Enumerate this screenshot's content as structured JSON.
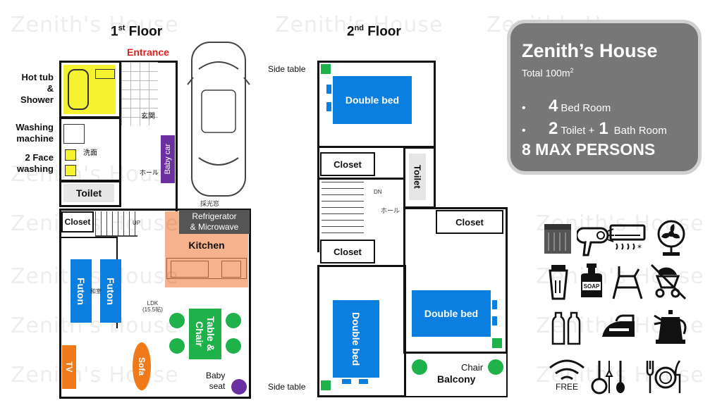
{
  "watermark": "Zenith's House",
  "floor1": {
    "title": "1",
    "title_sup": "st",
    "title_rest": " Floor",
    "entrance": "Entrance",
    "hot_tub": "Hot tub\n&\nShower",
    "washing_machine": "Washing\nmachine",
    "two_face": "2 Face\nwashing",
    "genkan": "玄関",
    "senmen": "洗面",
    "hall": "ホール",
    "saikoukou": "採光窓",
    "baby_car": "Baby car",
    "toilet": "Toilet",
    "closet": "Closet",
    "up": "UP",
    "refrigerator": "Refrigerator\n& Microwave",
    "kitchen": "Kitchen",
    "futon1": "Futon",
    "futon2": "Futon",
    "washitsu": "和室",
    "ldk": "LDK\n(15.5帖)",
    "table_chair": "Table &\nChair",
    "tv": "TV",
    "sofa": "Sofa",
    "baby_seat": "Baby\nseat"
  },
  "floor2": {
    "title": "2",
    "title_sup": "nd",
    "title_rest": " Floor",
    "side_table_top": "Side table",
    "side_table_bottom": "Side table",
    "double_bed_top": "Double bed",
    "double_bed_right": "Double bed",
    "double_bed_left": "Double bed",
    "closet_a": "Closet",
    "closet_b": "Closet",
    "closet_c": "Closet",
    "toilet": "Toilet",
    "hall": "ホール",
    "dn": "DN",
    "chair": "Chair",
    "balcony": "Balcony"
  },
  "info": {
    "title": "Zenith’s House",
    "total_label": "Total 100m",
    "total_sup": "2",
    "bedroom_count": "4",
    "bedroom_label": "Bed Room",
    "toilet_count": "2",
    "toilet_label": "Toilet +",
    "bath_count": "1",
    "bath_label": "Bath Room",
    "bullet": "•",
    "max_persons": "8 MAX PERSONS"
  },
  "amenities": {
    "free_label": "FREE",
    "soap_label": "SOAP",
    "icons": [
      "towel-icon",
      "hair-dryer-icon",
      "air-conditioner-icon",
      "electric-fan-icon",
      "lotion-tube-icon",
      "soap-bottle-icon",
      "high-chair-icon",
      "no-stroller-icon",
      "shampoo-bottles-icon",
      "clothes-iron-icon",
      "electric-kettle-icon",
      "wifi-icon",
      "cookware-icon",
      "tableware-icon"
    ]
  },
  "colors": {
    "bed_blue": "#0a7fe0",
    "green": "#1fb24a",
    "kitchen_orange": "#f6b28c",
    "bath_yellow": "#f5f232",
    "tv_orange": "#f07a1a",
    "purple": "#6a2fa0",
    "entrance_red": "#e02020",
    "info_gray": "#777777"
  }
}
